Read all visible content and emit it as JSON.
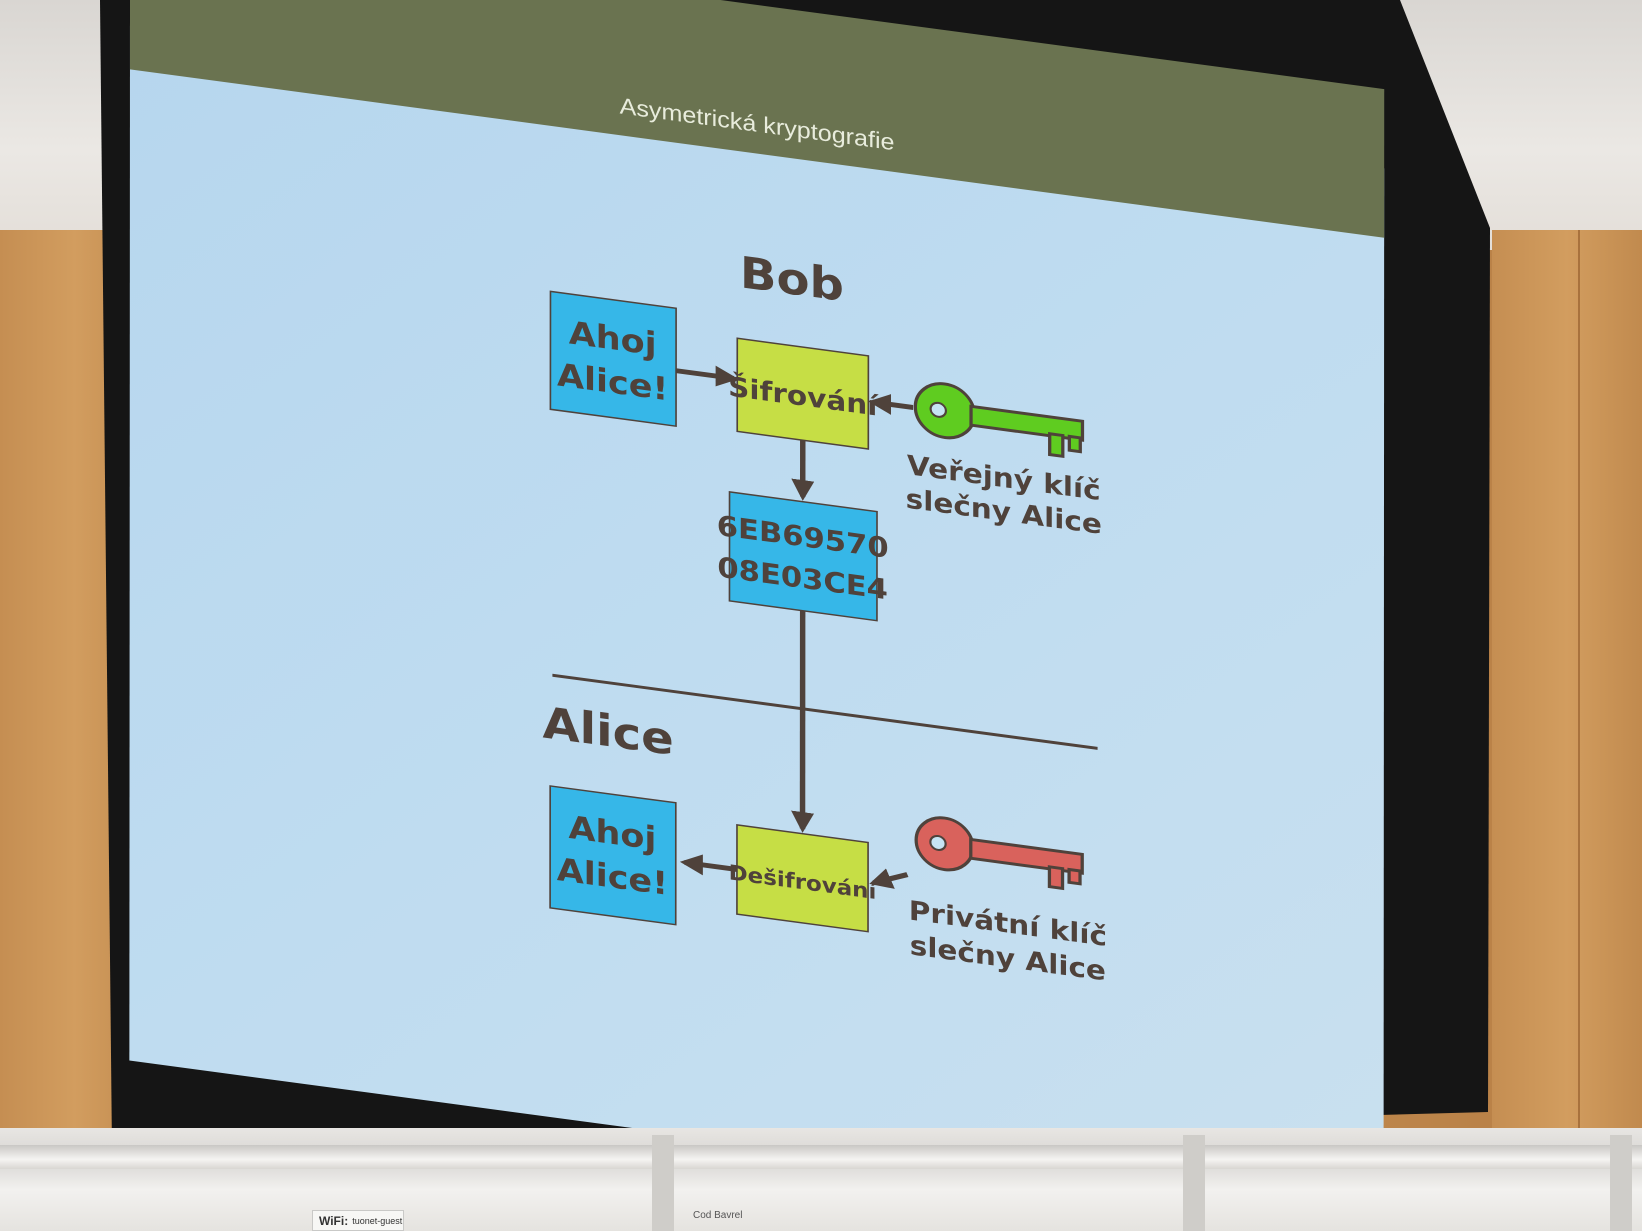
{
  "slide": {
    "title": "Asymetrická kryptografie",
    "bob_label": "Bob",
    "alice_label": "Alice",
    "plaintext_top": [
      "Ahoj",
      "Alice!"
    ],
    "encrypt_label": "Šifrování",
    "public_key_caption": [
      "Veřejný klíč",
      "slečny Alice"
    ],
    "ciphertext": [
      "6EB69570",
      "08E03CE4"
    ],
    "plaintext_bottom": [
      "Ahoj",
      "Alice!"
    ],
    "decrypt_label": "Dešifrování",
    "private_key_caption": [
      "Privátní klíč",
      "slečny Alice"
    ]
  },
  "room": {
    "wifi_label": "WiFi:",
    "wifi_network": "tuonet-guest",
    "board_scribble": "Cod Bavrel"
  },
  "colors": {
    "title_bar": "#6a7350",
    "slide_bg": "#b9d9ee",
    "blue_box": "#36b7e8",
    "yellow_box": "#c6de45",
    "public_key": "#5fcc20",
    "private_key": "#d9625c",
    "ink": "#4f423b"
  }
}
